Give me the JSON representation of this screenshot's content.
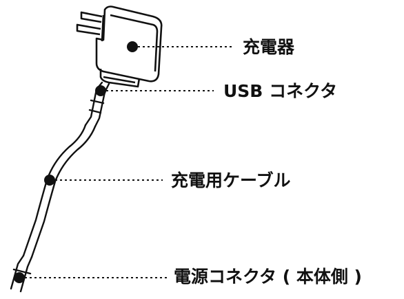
{
  "callouts": [
    {
      "id": "charger",
      "label": "充電器"
    },
    {
      "id": "usb-connector",
      "label": "USB コネクタ"
    },
    {
      "id": "charging-cable",
      "label": "充電用ケーブル"
    },
    {
      "id": "power-connector",
      "label": "電源コネクタ ( 本体側 )"
    }
  ],
  "colors": {
    "ink": "#111111",
    "background": "#ffffff"
  }
}
